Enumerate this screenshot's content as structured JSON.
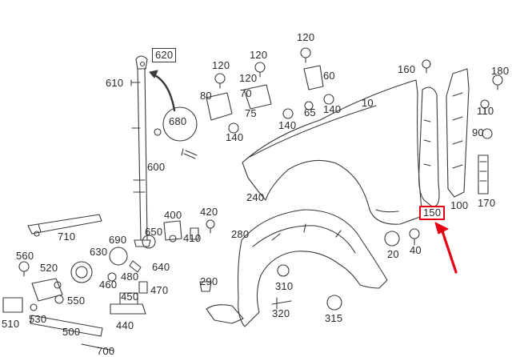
{
  "labels": {
    "p620": "620",
    "p610": "610",
    "p680": "680",
    "p600": "600",
    "p710": "710",
    "p120a": "120",
    "p120b": "120",
    "p120c": "120",
    "p120d": "120",
    "p80": "80",
    "p70": "70",
    "p75": "75",
    "p60": "60",
    "p65": "65",
    "p140a": "140",
    "p140b": "140",
    "p140c": "140",
    "p10": "10",
    "p160": "160",
    "p180": "180",
    "p110": "110",
    "p90": "90",
    "p170": "170",
    "p100": "100",
    "p150": "150",
    "p240": "240",
    "p400": "400",
    "p420": "420",
    "p410": "410",
    "p650": "650",
    "p690": "690",
    "p640": "640",
    "p630": "630",
    "p280": "280",
    "p20": "20",
    "p40": "40",
    "p560": "560",
    "p520": "520",
    "p550": "550",
    "p510": "510",
    "p530": "530",
    "p500": "500",
    "p700": "700",
    "p480": "480",
    "p460": "460",
    "p470": "470",
    "p450": "450",
    "p440": "440",
    "p290": "290",
    "p310": "310",
    "p320": "320",
    "p315": "315"
  },
  "colors": {
    "line": "#3a3a3a",
    "highlight": "#e60012"
  }
}
